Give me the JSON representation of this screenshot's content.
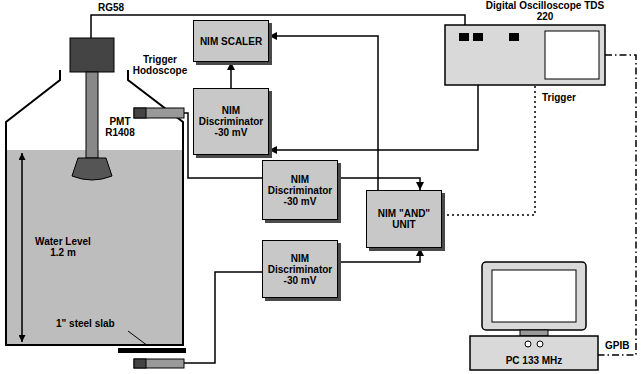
{
  "diagram": {
    "nodes": [
      {
        "text": [
          "NIM SCALER"
        ]
      },
      {
        "text": [
          "Digital Oscilloscope TDS 220"
        ]
      },
      {
        "text": [
          "NIM Discriminator -30 mV"
        ]
      },
      {
        "text": [
          "NIM Discriminator -30 mV"
        ]
      },
      {
        "text": [
          "NIM \"AND\" UNIT"
        ]
      },
      {
        "text": [
          "NIM Discriminator -30 mV"
        ]
      },
      {
        "text": [
          "PC 133 MHz"
        ]
      }
    ],
    "edges": [
      {
        "from": 2,
        "to": 0,
        "arrow": "to"
      },
      {
        "from": 4,
        "to": 0,
        "arrow": "to"
      },
      {
        "from": 1,
        "to": 2,
        "arrow": "to"
      },
      {
        "from": 3,
        "to": 4,
        "arrow": "to"
      },
      {
        "from": 5,
        "to": 4,
        "arrow": "to"
      },
      {
        "from": 4,
        "to": 1,
        "label": "Trigger",
        "arrow": "none"
      },
      {
        "from": 1,
        "to": 6,
        "label": "GPIB",
        "arrow": "none"
      }
    ],
    "labels": [
      "RG58",
      "Trigger Hodoscope",
      "PMT R1408",
      "Water Level 1.2 m",
      "1\" steel slab"
    ]
  }
}
